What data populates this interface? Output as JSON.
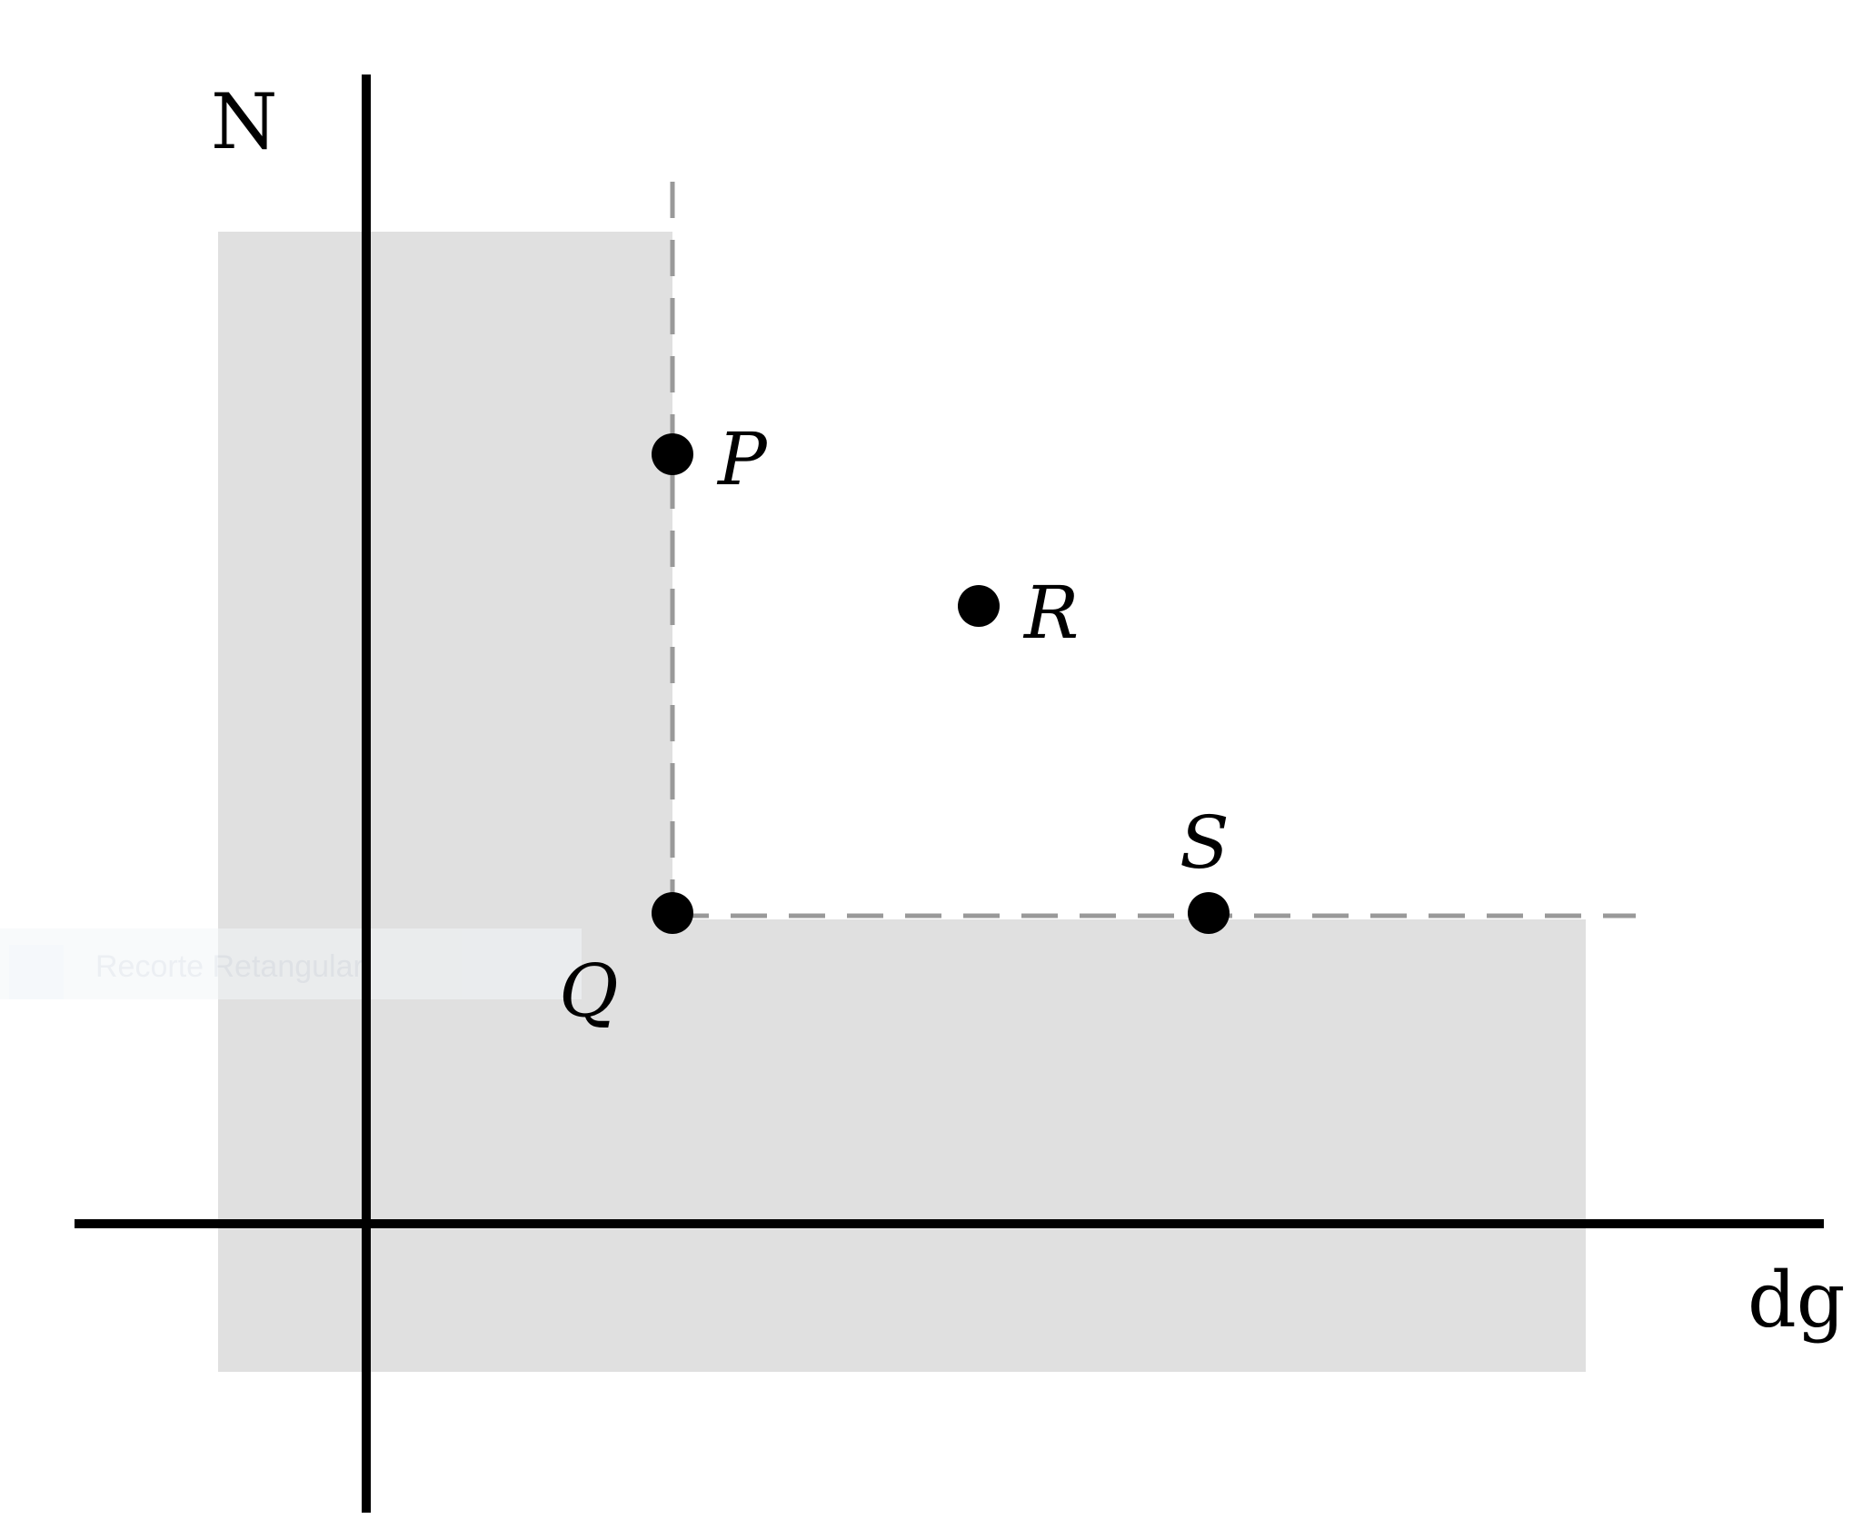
{
  "axes": {
    "vertical_label": "N",
    "horizontal_label": "dg"
  },
  "points": [
    {
      "id": "P",
      "label": "P"
    },
    {
      "id": "Q",
      "label": "Q"
    },
    {
      "id": "R",
      "label": "R"
    },
    {
      "id": "S",
      "label": "S"
    }
  ],
  "overlay": {
    "label": "Recorte Retangular"
  },
  "colors": {
    "shaded_region": "#e0e0e0",
    "dashed_line": "#999999",
    "axis": "#000000",
    "point": "#000000",
    "overlay_box": "#f3f6f9"
  }
}
